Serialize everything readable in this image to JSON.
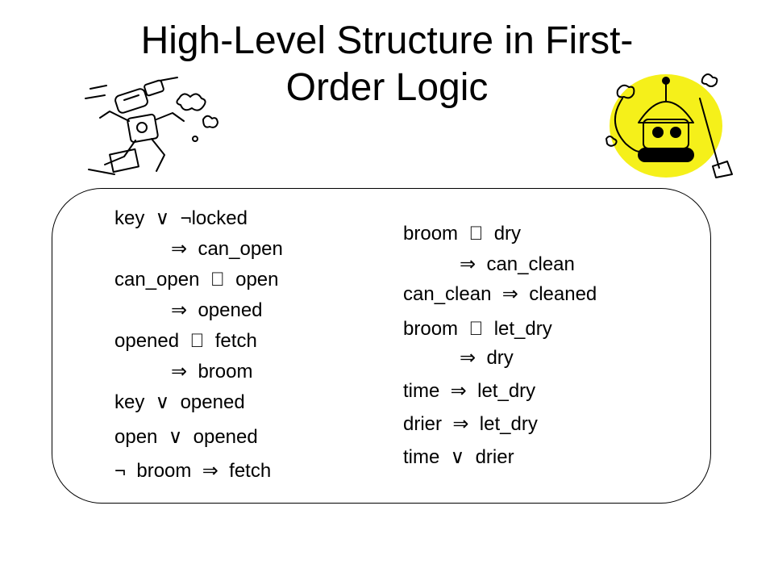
{
  "title": {
    "line1": "High-Level Structure in First-",
    "line2": "Order Logic"
  },
  "illustrations": {
    "left": "running-robot-cartoon",
    "right": "cleaning-robot-cartoon",
    "right_bg_color": "#f5f01a"
  },
  "left_rules": [
    "key  ∨  ¬locked",
    "⇒  can_open",
    "can_open    open",
    "⇒  opened",
    "opened    fetch",
    "⇒  broom",
    "key  ∨  opened",
    "open  ∨  opened",
    "¬  broom  ⇒  fetch"
  ],
  "right_rules": [
    "broom    dry",
    "⇒  can_clean",
    "can_clean  ⇒  cleaned",
    "broom    let_dry",
    "⇒  dry",
    "time  ⇒  let_dry",
    "drier  ⇒  let_dry",
    "time  ∨  drier"
  ]
}
